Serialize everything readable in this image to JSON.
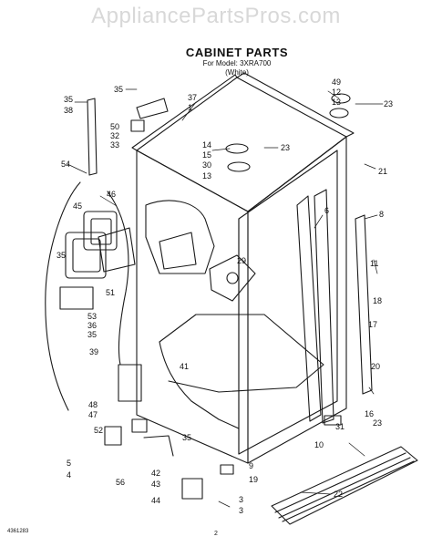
{
  "watermark": "AppliancePartsPros.com",
  "header": {
    "title": "CABINET PARTS",
    "model_line": "For Model: 3XRA700",
    "color_line": "(White)"
  },
  "callouts": [
    "35",
    "38",
    "35",
    "37",
    "1",
    "49",
    "12",
    "13",
    "23",
    "50",
    "32",
    "33",
    "14",
    "15",
    "30",
    "13",
    "23",
    "21",
    "54",
    "46",
    "45",
    "6",
    "8",
    "35",
    "29",
    "11",
    "51",
    "18",
    "53",
    "36",
    "35",
    "17",
    "39",
    "41",
    "20",
    "48",
    "47",
    "16",
    "23",
    "31",
    "52",
    "35",
    "10",
    "5",
    "4",
    "56",
    "42",
    "43",
    "44",
    "9",
    "19",
    "3",
    "3",
    "22"
  ],
  "footer": {
    "code": "4361283",
    "page": "2"
  }
}
